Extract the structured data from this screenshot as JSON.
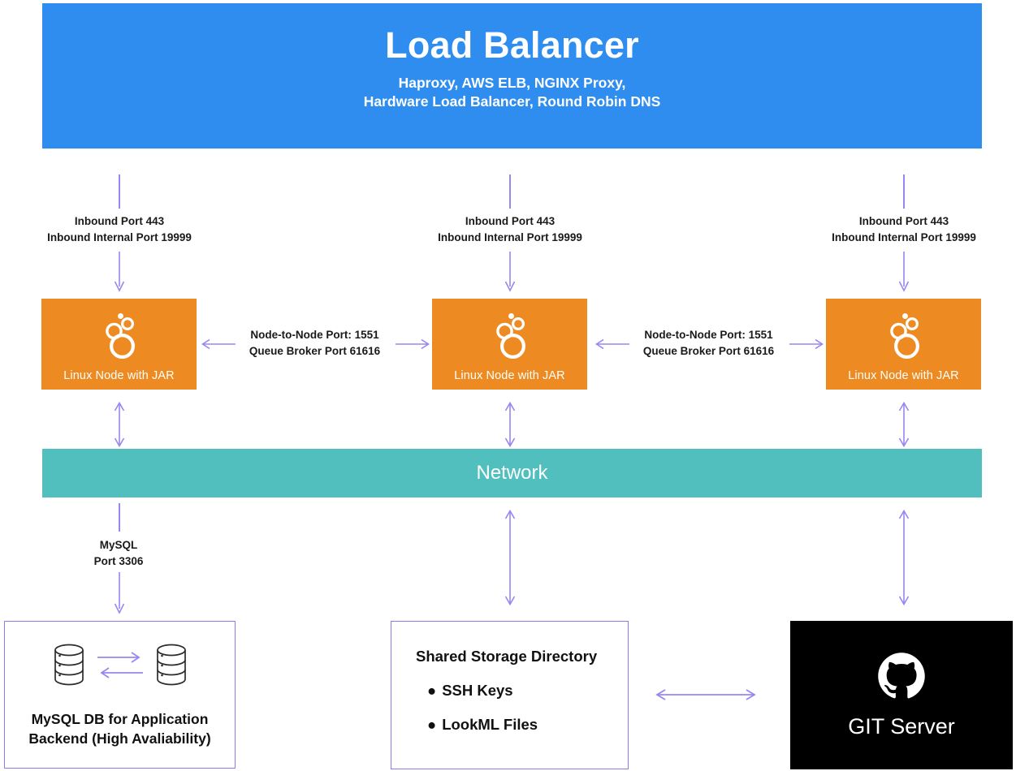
{
  "diagram": {
    "load_balancer": {
      "title": "Load Balancer",
      "subtitle_line1": "Haproxy, AWS ELB, NGINX Proxy,",
      "subtitle_line2": "Hardware Load Balancer, Round Robin DNS",
      "color": "#2e8dee"
    },
    "inbound_labels": [
      {
        "line1": "Inbound Port 443",
        "line2": "Inbound Internal Port 19999"
      },
      {
        "line1": "Inbound Port 443",
        "line2": "Inbound Internal Port 19999"
      },
      {
        "line1": "Inbound Port 443",
        "line2": "Inbound Internal Port 19999"
      }
    ],
    "nodes": [
      {
        "label": "Linux Node with JAR",
        "icon": "looker-logo-icon",
        "color": "#ed8b22"
      },
      {
        "label": "Linux Node with JAR",
        "icon": "looker-logo-icon",
        "color": "#ed8b22"
      },
      {
        "label": "Linux Node with JAR",
        "icon": "looker-logo-icon",
        "color": "#ed8b22"
      }
    ],
    "node_links": [
      {
        "line1": "Node-to-Node Port: 1551",
        "line2": "Queue Broker Port 61616"
      },
      {
        "line1": "Node-to-Node Port: 1551",
        "line2": "Queue Broker Port 61616"
      }
    ],
    "network": {
      "label": "Network",
      "color": "#52bfbf"
    },
    "mysql_link": {
      "line1": "MySQL",
      "line2": "Port 3306"
    },
    "mysql_box": {
      "caption_line1": "MySQL DB for Application",
      "caption_line2": "Backend (High Avaliability)",
      "icon_left": "database-cylinder-icon",
      "icon_right": "database-cylinder-icon",
      "border_color": "#8b7ae8"
    },
    "storage_box": {
      "title": "Shared Storage Directory",
      "items": [
        "SSH Keys",
        "LookML Files"
      ],
      "bullet": "●",
      "border_color": "#8b7ae8"
    },
    "git_box": {
      "label": "GIT Server",
      "icon": "github-logo-icon",
      "background": "#000000"
    },
    "arrow_color": "#9a86f0"
  }
}
